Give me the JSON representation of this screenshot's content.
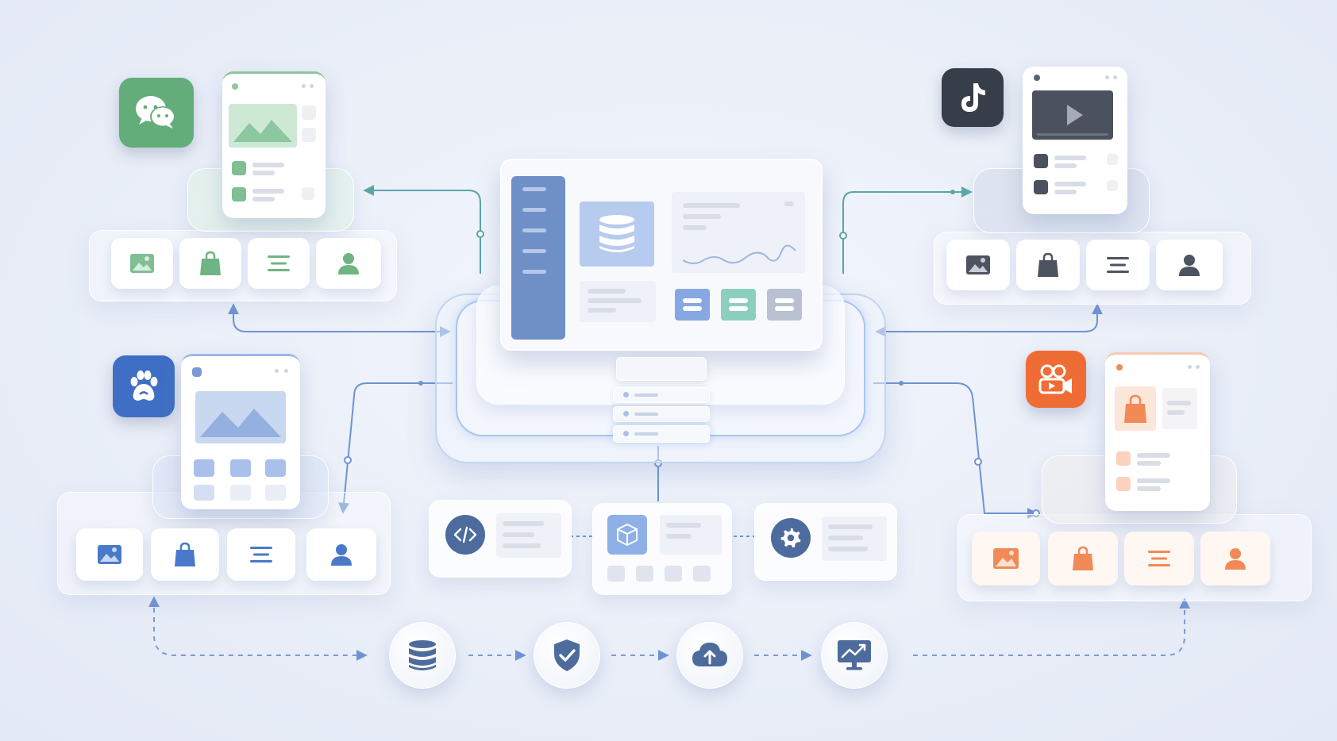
{
  "diagram": {
    "type": "multi-platform architecture illustration",
    "text_labels": []
  },
  "colors": {
    "background": "#ebf0f8",
    "wechat_green": "#5fae78",
    "tiktok_dark": "#3a3f4b",
    "baidu_blue": "#3f6fc4",
    "kuaishou_orange": "#f0703a",
    "hub_blue": "#6f8fc7",
    "connector_blue": "#6e93d4",
    "connector_teal": "#5aa6a6"
  },
  "platforms": [
    {
      "id": "wechat",
      "logo_icon": "wechat-logo-icon",
      "accent": "#5fae78",
      "tiles": [
        "image-icon",
        "shopping-bag-icon",
        "menu-lines-icon",
        "user-icon"
      ]
    },
    {
      "id": "tiktok",
      "logo_icon": "tiktok-logo-icon",
      "accent": "#4a4f5c",
      "tiles": [
        "image-icon",
        "shopping-bag-icon",
        "menu-lines-icon",
        "user-icon"
      ]
    },
    {
      "id": "baidu",
      "logo_icon": "baidu-paw-logo-icon",
      "accent": "#4a79c9",
      "tiles": [
        "image-icon",
        "shopping-bag-icon",
        "menu-lines-icon",
        "user-icon"
      ]
    },
    {
      "id": "kuaishou",
      "logo_icon": "kuaishou-camera-logo-icon",
      "accent": "#f0703a",
      "tiles": [
        "image-icon",
        "shopping-bag-icon",
        "menu-lines-icon",
        "user-icon"
      ]
    }
  ],
  "hub": {
    "icons": [
      "database-icon",
      "area-chart-icon",
      "server-stack-icon"
    ],
    "buttons": [
      "blue",
      "teal",
      "gray"
    ]
  },
  "modules": [
    {
      "icon": "code-icon"
    },
    {
      "icon": "cube-icon"
    },
    {
      "icon": "gear-icon"
    }
  ],
  "pipeline": [
    {
      "icon": "database-icon"
    },
    {
      "icon": "shield-check-icon"
    },
    {
      "icon": "cloud-upload-icon"
    },
    {
      "icon": "monitor-chart-icon"
    }
  ]
}
